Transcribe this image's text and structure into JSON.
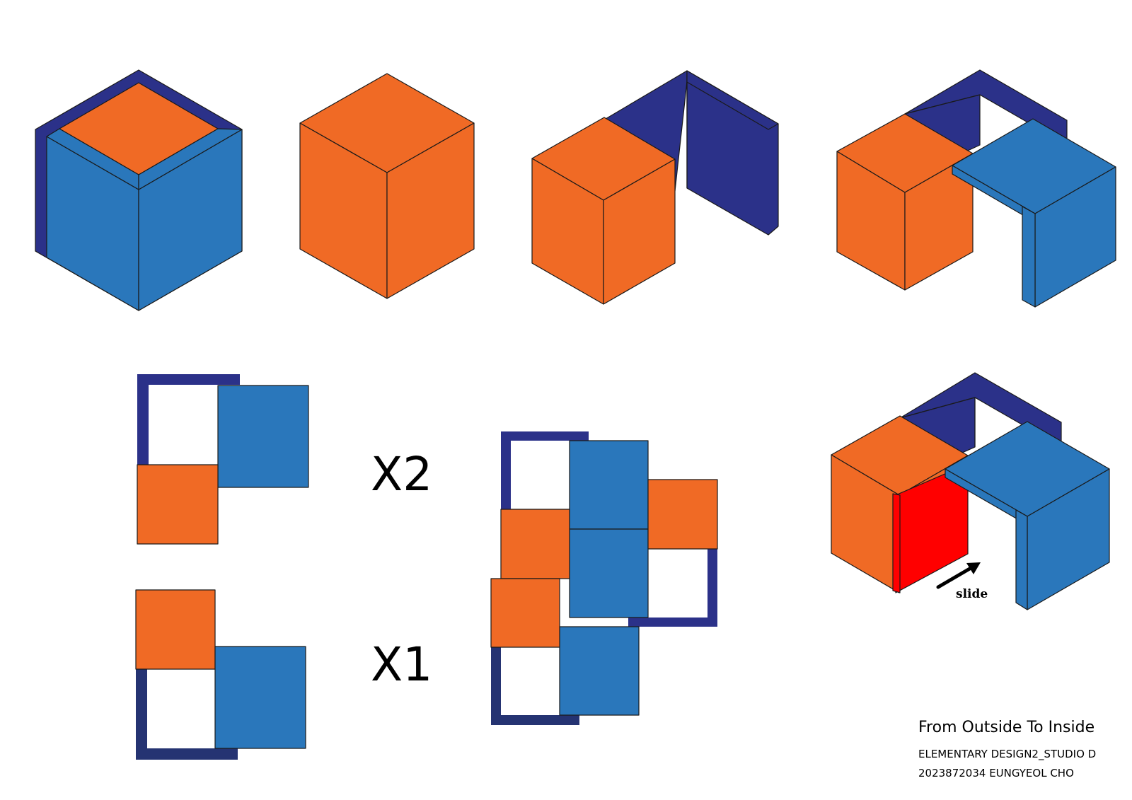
{
  "colors": {
    "orange": "#f06a25",
    "blue": "#2a77bb",
    "navy": "#2b3189",
    "navy_alt": "#253372",
    "red": "#ff0000",
    "ink": "#1a1a1a"
  },
  "labels": {
    "x2": "X2",
    "x1": "X1",
    "slide": "slide"
  },
  "caption": {
    "title": "From Outside To Inside",
    "course": "ELEMENTARY DESIGN2_STUDIO D",
    "author": "2023872034 EUNGYEOL CHO"
  },
  "icons": [
    "arrow-icon"
  ]
}
